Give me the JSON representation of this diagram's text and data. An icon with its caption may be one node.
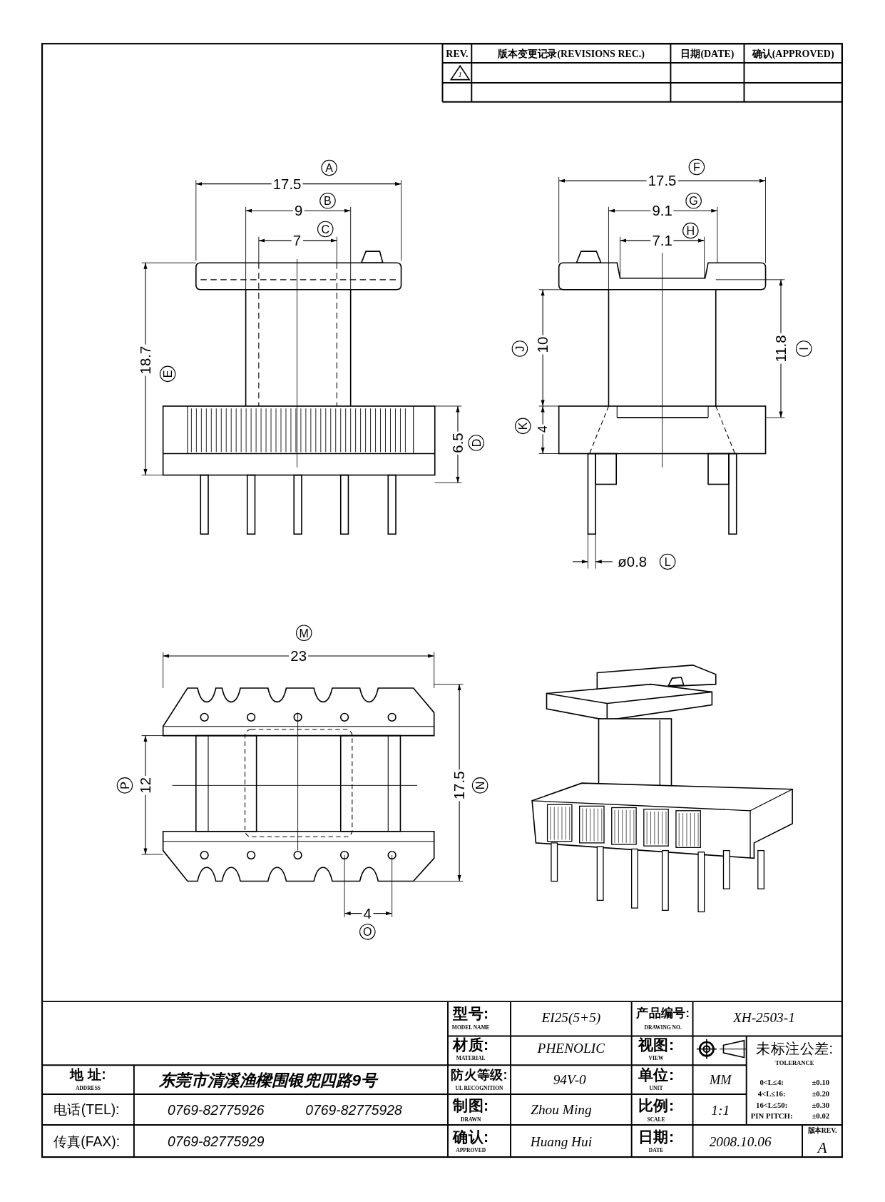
{
  "diagram": {
    "labels": [
      "REV.",
      "版本变更记录(REVISIONS REC.)",
      "日期(DATE)",
      "确认(APPROVED)",
      "1",
      "A",
      "17.5",
      "B",
      "9",
      "C",
      "7",
      "18.7",
      "E",
      "6.5",
      "D",
      "F",
      "17.5",
      "G",
      "9.1",
      "H",
      "7.1",
      "J",
      "10",
      "11.8",
      "I",
      "K",
      "4",
      "ø0.8",
      "L",
      "M",
      "23",
      "P",
      "12",
      "17.5",
      "N",
      "4",
      "O",
      "型号:",
      "MODEL NAME",
      "EI25(5+5)",
      "产品编号:",
      "DRAWING NO.",
      "XH-2503-1",
      "材质:",
      "MATERIAL",
      "PHENOLIC",
      "视图:",
      "VIEW",
      "未标注公差:",
      "TOLERANCE",
      "地 址:",
      "ADDRESS",
      "东莞市清溪渔樑围银兜四路9号",
      "防火等级:",
      "UL RECOGNITION",
      "94V-0",
      "单位:",
      "UNIT",
      "MM",
      "0<L≤4:",
      "±0.10",
      "4<L≤16:",
      "±0.20",
      "16<L≤50:",
      "±0.30",
      "PIN PITCH:",
      "±0.02",
      "电话(TEL):",
      "0769-82775926",
      "0769-82775928",
      "制图:",
      "DRAWN",
      "Zhou Ming",
      "比例:",
      "SCALE",
      "1:1",
      "传真(FAX):",
      "0769-82775929",
      "确认:",
      "APPROVED",
      "Huang Hui",
      "日期:",
      "DATE",
      "2008.10.06",
      "版本REV.",
      "A"
    ]
  }
}
